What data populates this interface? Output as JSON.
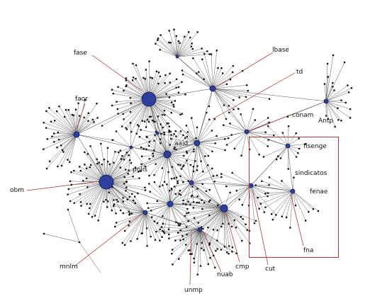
{
  "colors": {
    "hub_fill": "#2f3f9e",
    "hub_stroke": "#101a55",
    "leaf": "#1a1a1a",
    "edge": "#555555",
    "pointer": "#b02525",
    "box": "#b03a3a"
  },
  "labels": {
    "fase": "fase",
    "lbase": "lbase",
    "td": "td",
    "faor": "faor",
    "conam": "conam",
    "antp": "Antp",
    "aaid": "aaid",
    "fisenge": "fisenge",
    "polis": "polis",
    "sindicatos": "sindicatos",
    "obm": "obm",
    "fenae": "fenae",
    "fna": "fna",
    "mnlm": "mnlm",
    "cmp": "cmp",
    "cut": "cut",
    "nuab": "nuab",
    "unmp": "unmp"
  }
}
